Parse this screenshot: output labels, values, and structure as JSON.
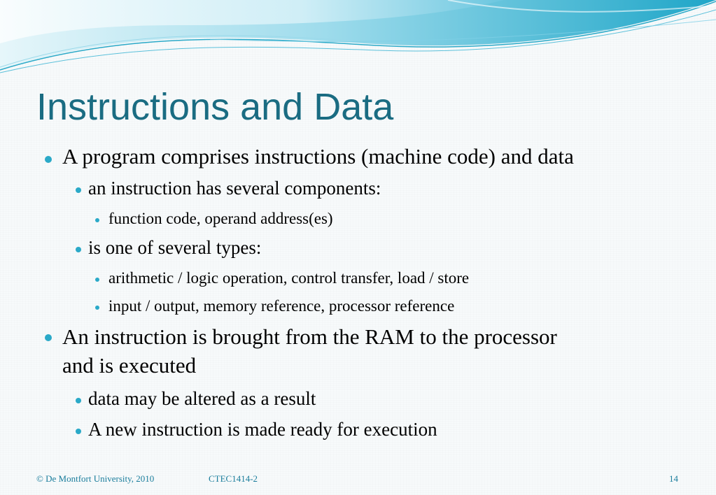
{
  "slide": {
    "title": "Instructions and Data",
    "bullets": [
      {
        "level": 1,
        "lines": [
          "A program comprises instructions (machine code) and data"
        ]
      },
      {
        "level": 2,
        "lines": [
          "an instruction has several components:"
        ]
      },
      {
        "level": 3,
        "lines": [
          "function code, operand address(es)"
        ]
      },
      {
        "level": 2,
        "lines": [
          "is one of several types:"
        ]
      },
      {
        "level": 3,
        "lines": [
          "arithmetic / logic operation, control transfer, load / store"
        ]
      },
      {
        "level": 3,
        "lines": [
          "input / output, memory reference, processor reference"
        ]
      },
      {
        "level": 1,
        "lines": [
          "An instruction is brought from the RAM to the processor",
          "and is executed"
        ]
      },
      {
        "level": 2,
        "lines": [
          "data may be altered as a result"
        ]
      },
      {
        "level": 2,
        "lines": [
          "A new instruction is made ready for execution"
        ]
      }
    ]
  },
  "footer": {
    "copyright": "© De Montfort University, 2010",
    "course": "CTEC1414-2",
    "page_number": "14"
  },
  "colors": {
    "title": "#1a6c82",
    "bullet": "#2aa9c8",
    "footer": "#1a7d9c",
    "wave_dark": "#2aa9c8",
    "wave_light": "#bfe8f2"
  }
}
